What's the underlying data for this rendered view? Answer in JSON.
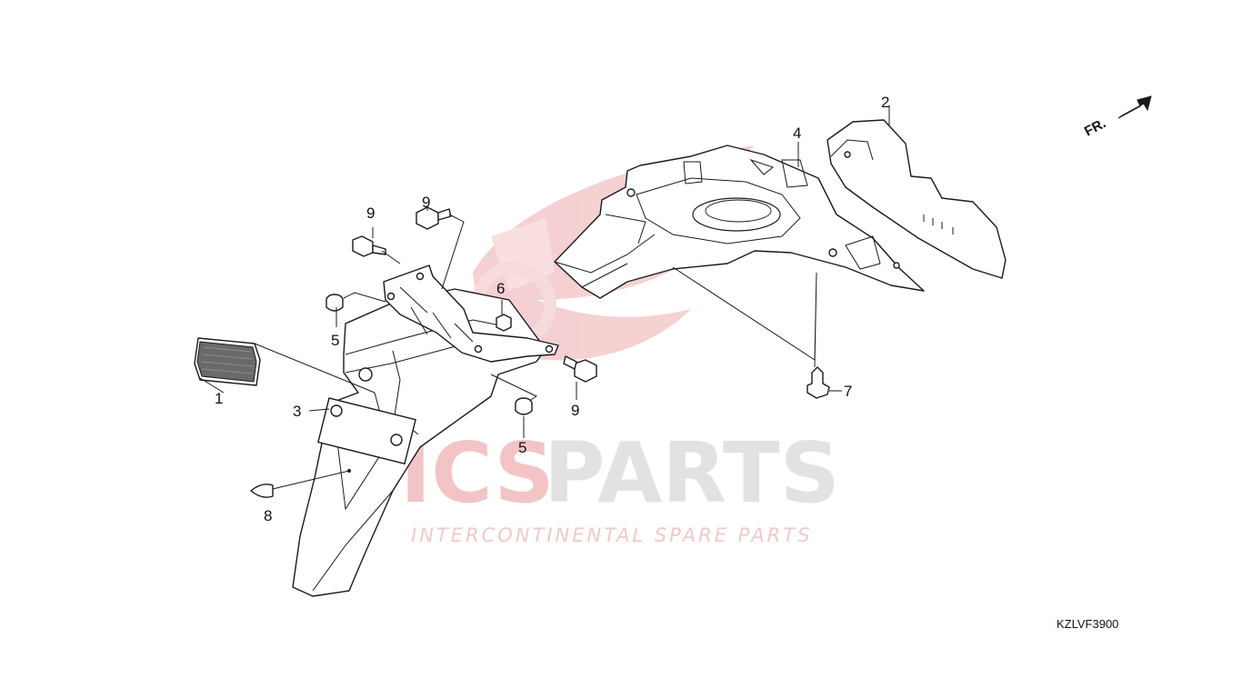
{
  "diagram_code": "KZLVF3900",
  "direction_label": "FR.",
  "watermark": {
    "brand_part_a": "ICS",
    "brand_part_b": "PARTS",
    "tagline": "INTERCONTINENTAL SPARE PARTS",
    "colors": {
      "red": "#e8a0a4",
      "grey": "#d9d9d9"
    }
  },
  "callouts": [
    {
      "id": "c1",
      "label": "1"
    },
    {
      "id": "c2",
      "label": "2"
    },
    {
      "id": "c3",
      "label": "3"
    },
    {
      "id": "c4",
      "label": "4"
    },
    {
      "id": "c5a",
      "label": "5"
    },
    {
      "id": "c5b",
      "label": "5"
    },
    {
      "id": "c6",
      "label": "6"
    },
    {
      "id": "c7",
      "label": "7"
    },
    {
      "id": "c8",
      "label": "8"
    },
    {
      "id": "c9a",
      "label": "9"
    },
    {
      "id": "c9b",
      "label": "9"
    },
    {
      "id": "c9c",
      "label": "9"
    }
  ]
}
